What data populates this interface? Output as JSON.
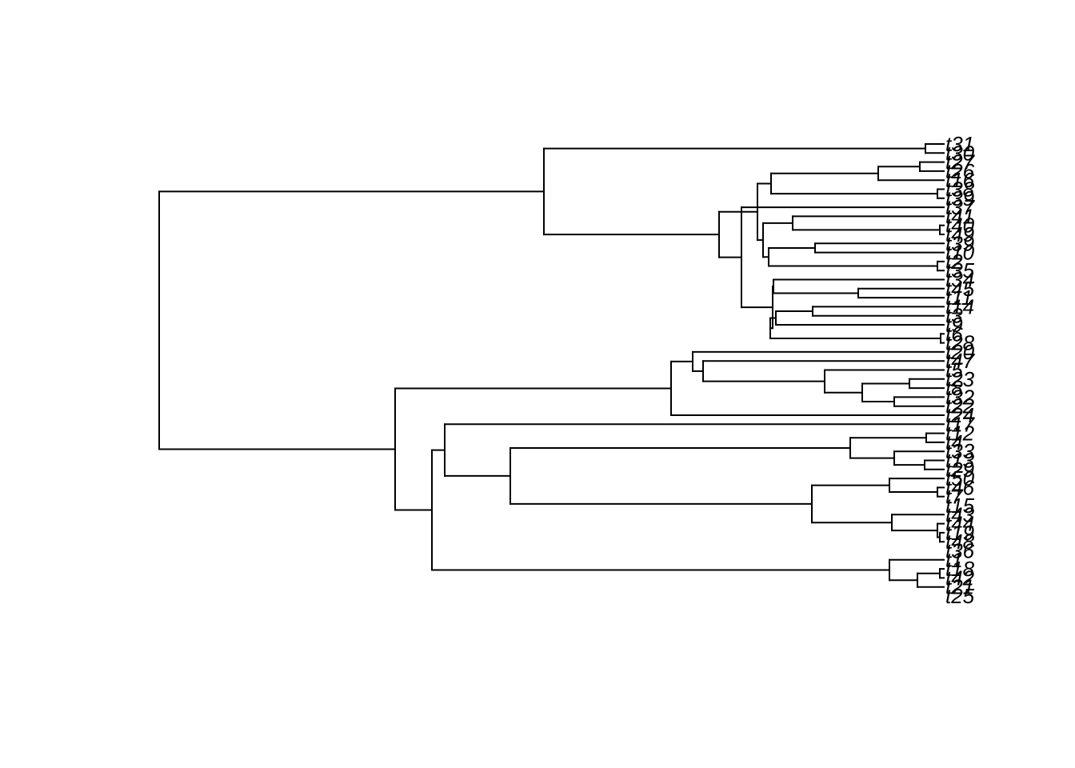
{
  "colors": {
    "line": "#000000",
    "label": "#000000",
    "background": "#ffffff"
  },
  "tree": {
    "label_style": "italic",
    "tips": [
      "t31",
      "t30",
      "t27",
      "t26",
      "t16",
      "t38",
      "t39",
      "t37",
      "t41",
      "t40",
      "t49",
      "t39",
      "t10",
      "t2",
      "t35",
      "t34",
      "t45",
      "t11",
      "t14",
      "t3",
      "t9",
      "t6",
      "t28",
      "t20",
      "t47",
      "t5",
      "t23",
      "t8",
      "t32",
      "t22",
      "t24",
      "t17",
      "t12",
      "t4",
      "t33",
      "t13",
      "t29",
      "t50",
      "t46",
      "t7",
      "t15",
      "t43",
      "t44",
      "t19",
      "t48",
      "t36",
      "t1",
      "t18",
      "t42",
      "t21",
      "t25"
    ]
  }
}
